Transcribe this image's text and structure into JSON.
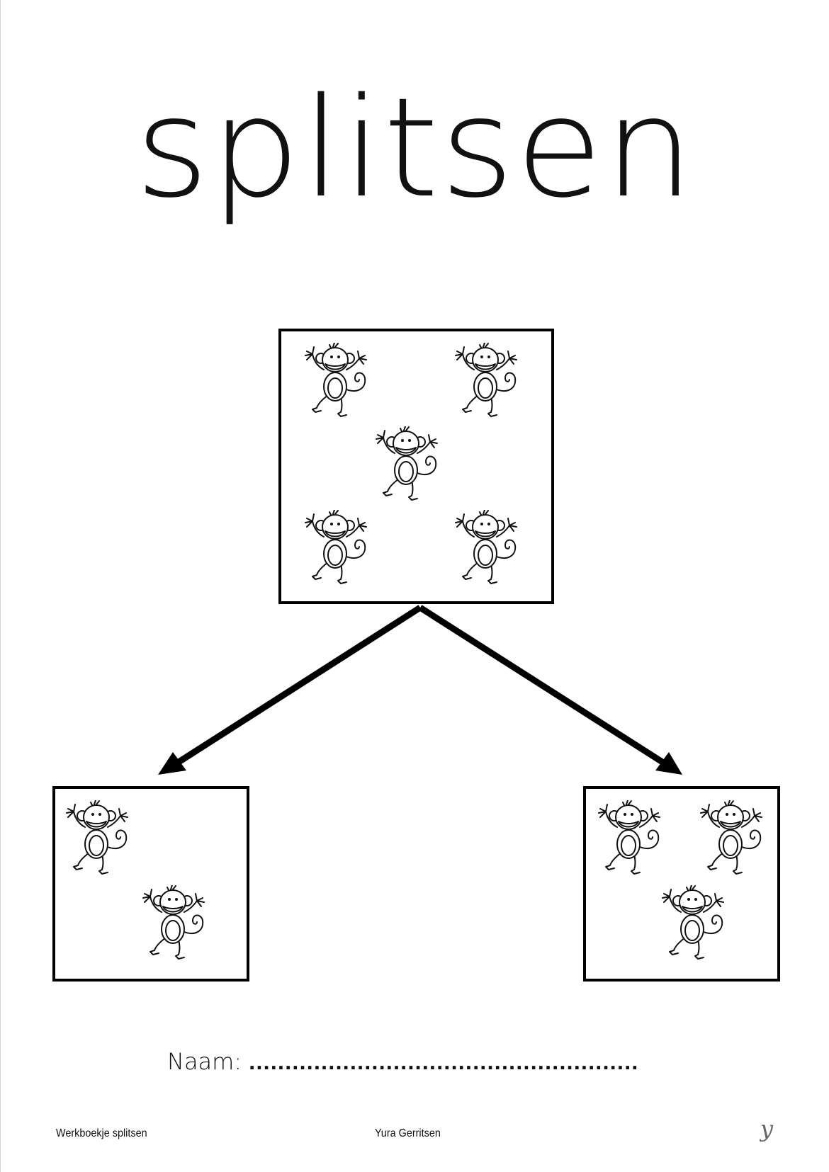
{
  "title": "splitsen",
  "diagram": {
    "top_box": {
      "count": 5,
      "icon": "monkey-icon"
    },
    "left_box": {
      "count": 2,
      "icon": "monkey-icon"
    },
    "right_box": {
      "count": 3,
      "icon": "monkey-icon"
    },
    "arrows": [
      "arrow-to-left-box",
      "arrow-to-right-box"
    ]
  },
  "name_field": {
    "label": "Naam:",
    "dots": "......................................................"
  },
  "footer": {
    "left": "Werkboekje splitsen",
    "center": "Yura Gerritsen",
    "logo": "y"
  },
  "colors": {
    "ink": "#000000",
    "paper": "#ffffff"
  }
}
